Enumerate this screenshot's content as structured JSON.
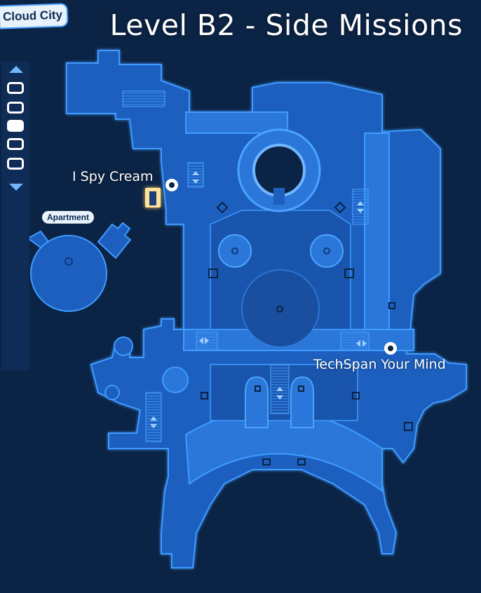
{
  "header": {
    "location": "Cloud City",
    "title": "Level B2 - Side Missions"
  },
  "floor_selector": {
    "up_icon": "chevron-up-icon",
    "down_icon": "chevron-down-icon",
    "floors": [
      {
        "active": false
      },
      {
        "active": false
      },
      {
        "active": true
      },
      {
        "active": false
      },
      {
        "active": false
      }
    ]
  },
  "map": {
    "apartment_label": "Apartment",
    "missions": [
      {
        "label": "I Spy Cream",
        "icon": "mission-marker-icon"
      },
      {
        "label": "TechSpan Your Mind",
        "icon": "mission-marker-icon"
      }
    ],
    "door_icon": "door-icon"
  },
  "colors": {
    "background": "#0b2344",
    "map_fill": "#1f66c9",
    "map_edge": "#3f9bff",
    "label_bg": "#e9f2fb"
  }
}
